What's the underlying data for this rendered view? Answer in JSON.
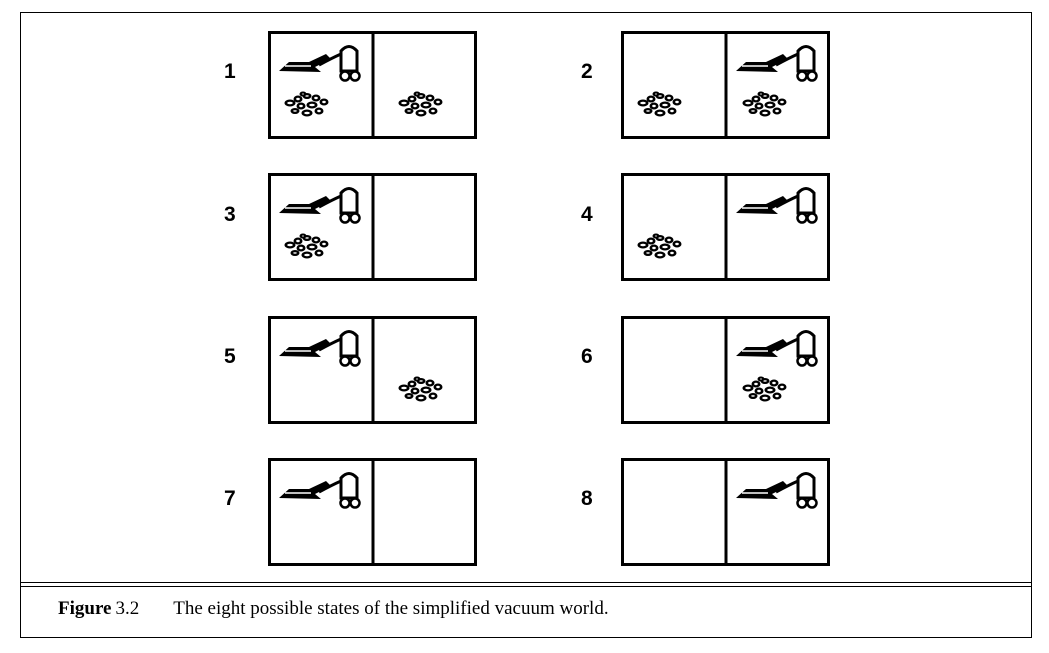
{
  "caption": {
    "figure_word": "Figure",
    "figure_number": "3.2",
    "text": "The eight possible states of the simplified vacuum world."
  },
  "states": [
    {
      "label": "1",
      "vacuum": "left",
      "dirt_left": true,
      "dirt_right": true
    },
    {
      "label": "2",
      "vacuum": "right",
      "dirt_left": true,
      "dirt_right": true
    },
    {
      "label": "3",
      "vacuum": "left",
      "dirt_left": true,
      "dirt_right": false
    },
    {
      "label": "4",
      "vacuum": "right",
      "dirt_left": true,
      "dirt_right": false
    },
    {
      "label": "5",
      "vacuum": "left",
      "dirt_left": false,
      "dirt_right": true
    },
    {
      "label": "6",
      "vacuum": "right",
      "dirt_left": false,
      "dirt_right": true
    },
    {
      "label": "7",
      "vacuum": "left",
      "dirt_left": false,
      "dirt_right": false
    },
    {
      "label": "8",
      "vacuum": "right",
      "dirt_left": false,
      "dirt_right": false
    }
  ],
  "icons": {
    "vacuum": "vacuum-cleaner-icon",
    "dirt": "dirt-pile-icon"
  }
}
